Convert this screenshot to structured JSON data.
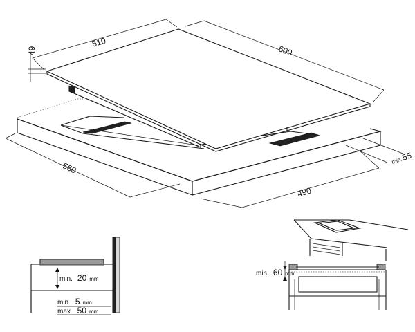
{
  "diagram": {
    "main_dimensions": {
      "top_width": "510",
      "top_depth": "600",
      "thickness": "49",
      "cutout_depth": "560",
      "cutout_width": "490",
      "min_side": "min.",
      "min_side_value": "55"
    },
    "detail_left": {
      "min_gap_label": "min.",
      "min_gap_value": "20",
      "min_gap_unit": "mm",
      "min_label": "min.",
      "min_value": "5",
      "min_unit": "mm",
      "max_label": "max.",
      "max_value": "50",
      "max_unit": "mm"
    },
    "detail_right": {
      "min_label": "min.",
      "min_value": "60",
      "min_unit": "mm"
    }
  }
}
